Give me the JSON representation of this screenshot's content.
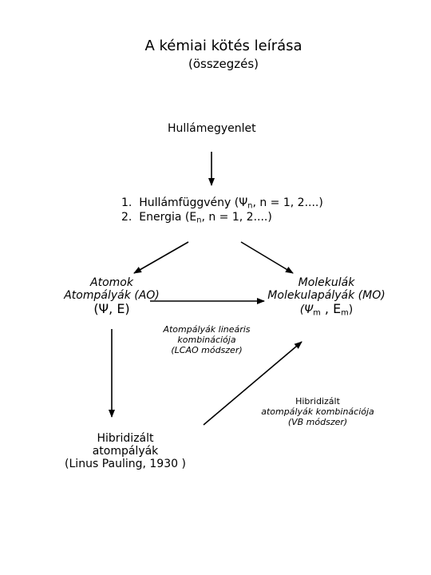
{
  "title": "A kémiai kötés leírása",
  "subtitle": "(összegzés)",
  "wave_equation": "Hullámegyenlet",
  "solutions": {
    "item1": {
      "num": "1.",
      "text": "Hullámfüggvény (Ψ",
      "sub": "n",
      "rest": ", n = 1, 2....)"
    },
    "item2": {
      "num": "2.",
      "text": "Energia (E",
      "sub": "n",
      "rest": ", n =  1, 2....)"
    }
  },
  "atoms": {
    "line1": "Atomok",
    "line2": "Atompályák (AO)",
    "line3": "(Ψ, E)"
  },
  "molecules": {
    "line1": "Molekulák",
    "line2": "Molekulapályák (MO)",
    "psi": "(Ψ",
    "psi_sub": "m",
    "energy": " , E",
    "energy_sub": "m",
    "close": ")"
  },
  "lcao_note": {
    "line1": "Atompályák lineáris",
    "line2": "kombinációja",
    "line3": "(LCAO módszer)"
  },
  "vb_note": {
    "line1": "Hibridizált",
    "line2": "atompályák kombinációja",
    "line3": "(VB módszer)"
  },
  "hybrid": {
    "line1": "Hibridizált",
    "line2": "atompályák",
    "line3": "(Linus Pauling, 1930 )"
  }
}
